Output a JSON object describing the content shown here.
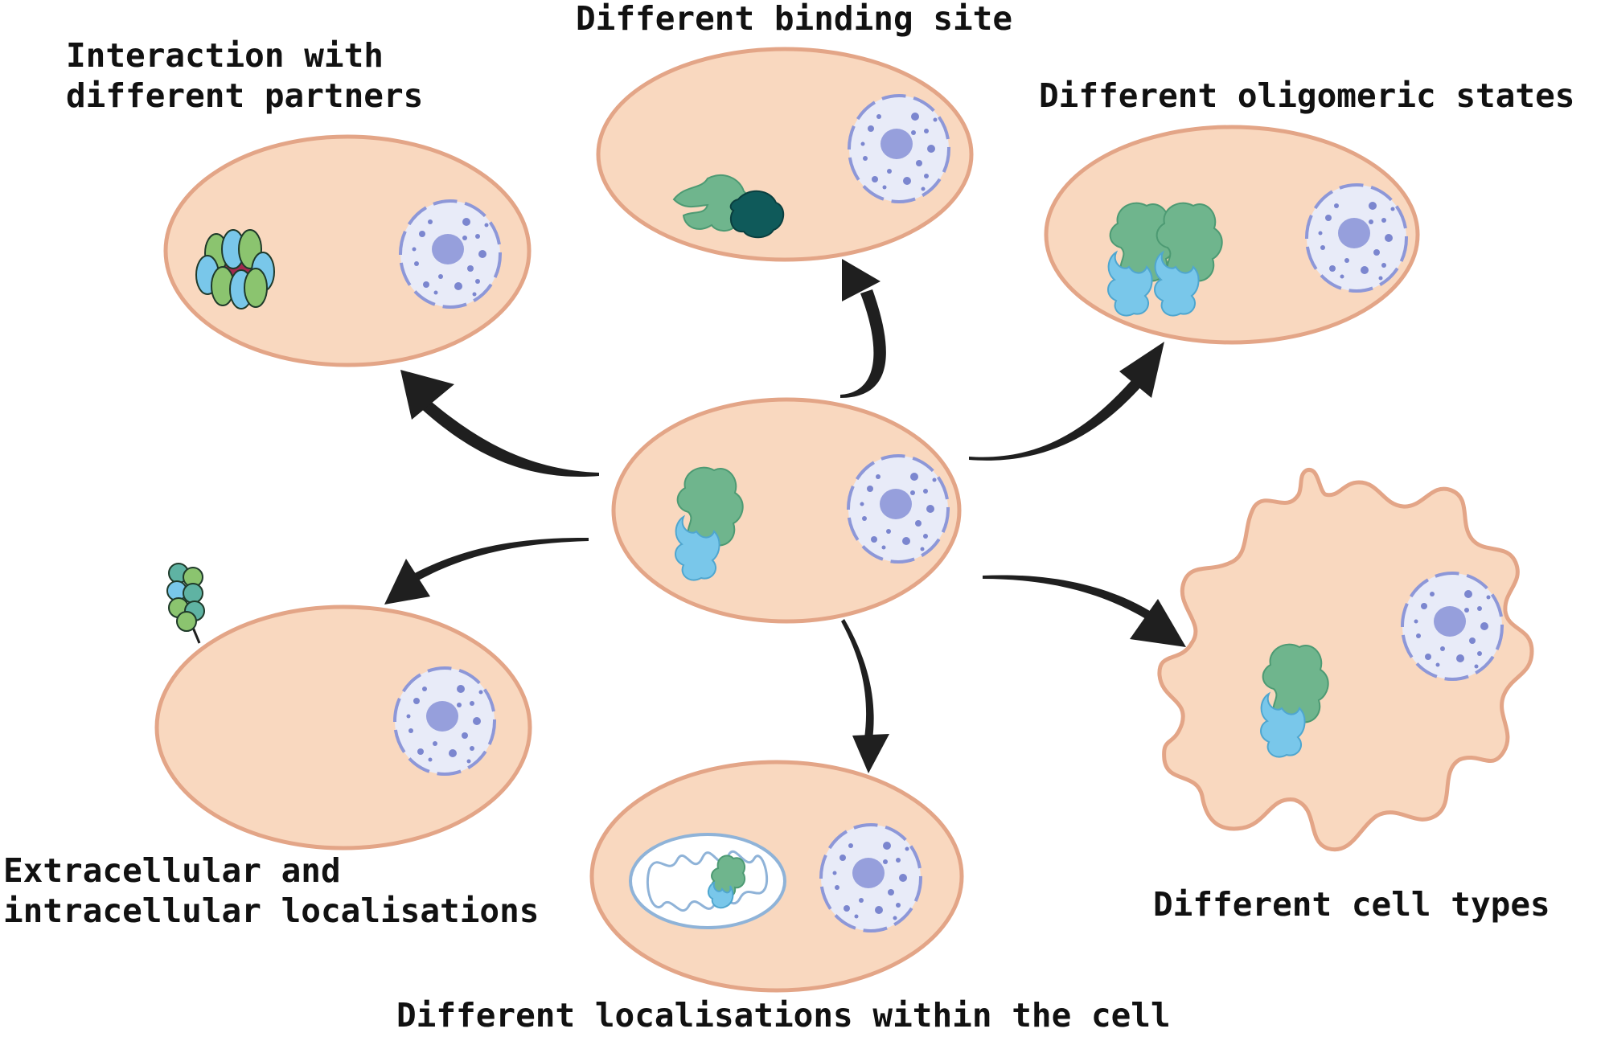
{
  "labels": {
    "interaction_line1": "Interaction with",
    "interaction_line2": "different partners",
    "binding_site": "Different binding site",
    "oligomeric": "Different oligomeric states",
    "extra_line1": "Extracellular and",
    "extra_line2": "intracellular localisations",
    "cell_types": "Different cell types",
    "within_cell": "Different localisations within the cell"
  },
  "colors": {
    "cell_fill": "#f9d8bf",
    "cell_stroke": "#e3a587",
    "nucleus": "#8d97d8",
    "protein_green": "#6fb58d",
    "protein_blue": "#79c7ea",
    "partner_dark": "#0f5a5a",
    "arrow": "#1f1f1f"
  }
}
